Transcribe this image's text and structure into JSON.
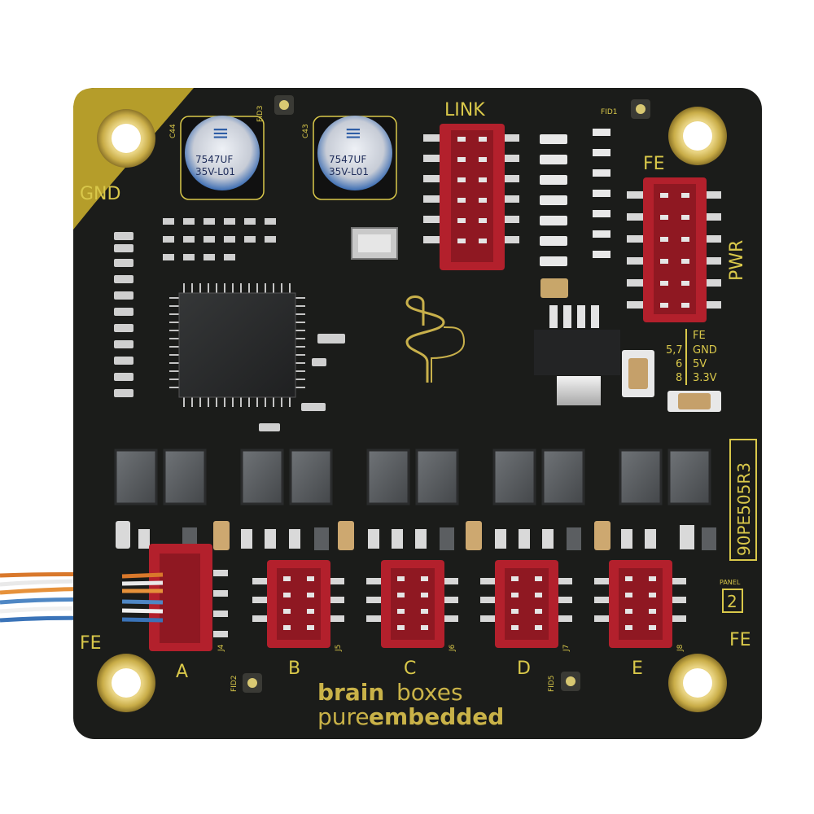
{
  "board": {
    "gnd_label": "GND",
    "link_label": "LINK",
    "fe_label_top": "FE",
    "pwr_label": "PWR",
    "fe_label_left": "FE",
    "fe_label_right": "FE",
    "fid_labels": [
      "FID3",
      "FID1",
      "FID2",
      "FID5"
    ],
    "part_number": "90PE505R3",
    "panel_label": "PANEL",
    "panel_number": "2",
    "pinout": {
      "fe": "FE",
      "gnd_pins": "5,7",
      "gnd": "GND",
      "v5_pin": "6",
      "v5": "5V",
      "v33_pin": "8",
      "v33": "3.3V"
    },
    "connector_letters": [
      "A",
      "B",
      "C",
      "D",
      "E"
    ],
    "connector_refs": [
      "J4",
      "J5",
      "J6",
      "J7",
      "J8"
    ],
    "capacitors": [
      {
        "ref": "C44",
        "line1": "7547UF",
        "line2": "35V-L01"
      },
      {
        "ref": "C43",
        "line1": "7547UF",
        "line2": "35V-L01"
      }
    ],
    "brand_brain": "brain",
    "brand_boxes": "boxes",
    "tagline_pure": "pure",
    "tagline_embedded": "embedded"
  },
  "colors": {
    "pcb": "#1b1c1a",
    "gold": "#c8b04b",
    "connector_red": "#b3202c",
    "capacitor_blue": "#2f5ea6"
  }
}
